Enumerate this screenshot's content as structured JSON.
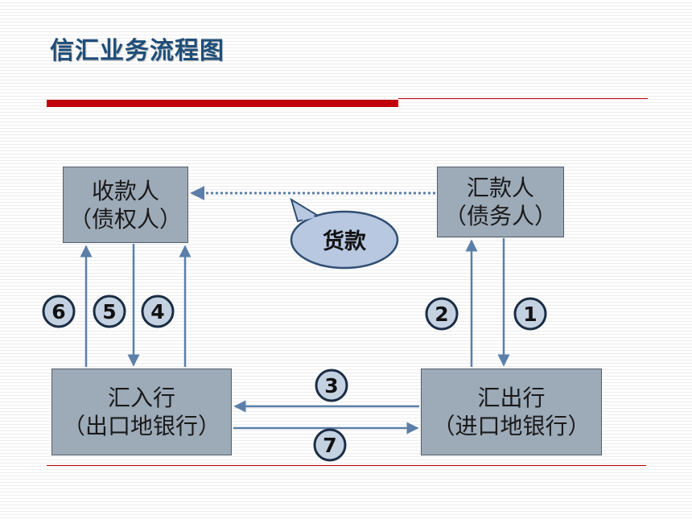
{
  "title": "信汇业务流程图",
  "nodes": {
    "payee": {
      "line1": "收款人",
      "line2": "（债权人）"
    },
    "remitter": {
      "line1": "汇款人",
      "line2": "（债务人）"
    },
    "paying_bank": {
      "line1": "汇入行",
      "line2": "（出口地银行）"
    },
    "remitting_bank": {
      "line1": "汇出行",
      "line2": "（进口地银行）"
    }
  },
  "callout": "货款",
  "steps": [
    "1",
    "2",
    "3",
    "4",
    "5",
    "6",
    "7"
  ],
  "colors": {
    "title": "#1f4e79",
    "accent_red": "#c0000b",
    "box_fill": "#9daab8",
    "arrow": "#5b7fa8",
    "callout_fill": "#b8c8e0",
    "badge_fill": "#c4d1e1"
  }
}
